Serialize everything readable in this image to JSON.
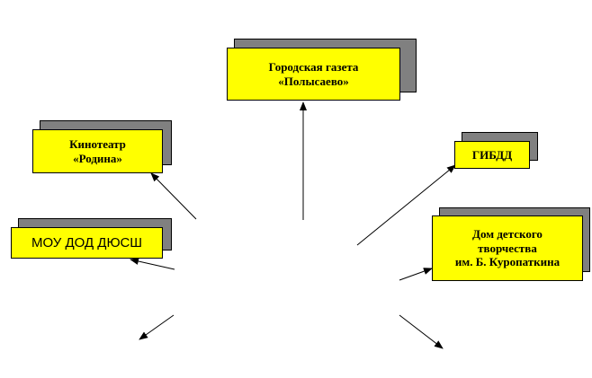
{
  "diagram": {
    "nodes": [
      {
        "id": "gazeta",
        "label": "Городская газета\n«Полысаево»"
      },
      {
        "id": "kino",
        "label": "Кинотеатр\n«Родина»"
      },
      {
        "id": "gibdd",
        "label": "ГИБДД"
      },
      {
        "id": "dyussh",
        "label": "МОУ ДОД ДЮСШ"
      },
      {
        "id": "ddt",
        "label": "Дом детского\nтворчества\nим. Б. Куропаткина"
      }
    ],
    "colors": {
      "box_fill": "#ffff00",
      "shadow": "#808080",
      "line": "#000000",
      "background": "#ffffff"
    }
  }
}
